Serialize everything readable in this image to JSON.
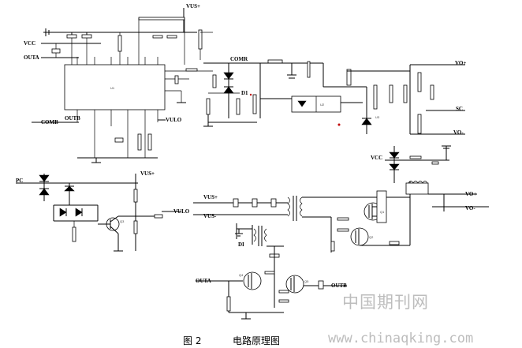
{
  "labels": {
    "vcc_top": "VCC",
    "outa_top": "OUTA",
    "comb_left": "COMB",
    "outb_left": "OUTB",
    "vulo_top": "VULO",
    "vus_top": "VUS+",
    "comr": "COMR",
    "vo_plus_top": "VO+",
    "vo_minus_top": "VO-",
    "sc": "SC",
    "d1_mid": "D1",
    "vcc_right": "VCC",
    "pc": "PC",
    "vus_left_bottom": "VUS+",
    "vulo_bottom": "VULO",
    "vus_plus_bottom": "VUS+",
    "vus_minus_bottom": "VUS-",
    "d1_bottom": "DI",
    "outa_bottom": "OUTA",
    "outb_bottom": "OUTB",
    "vo_plus_bottom": "VO+",
    "vo_minus_bottom": "VO-",
    "u1": "U1",
    "u2": "U2",
    "u3": "U3",
    "q1": "Q1",
    "q2": "Q2",
    "q3": "Q3",
    "q4": "Q4",
    "q5": "Q5"
  },
  "caption": {
    "figure": "图 2",
    "title": "电路原理图"
  },
  "watermark": {
    "cn": "中国期刊网",
    "url": "www.chinaqking.com"
  }
}
